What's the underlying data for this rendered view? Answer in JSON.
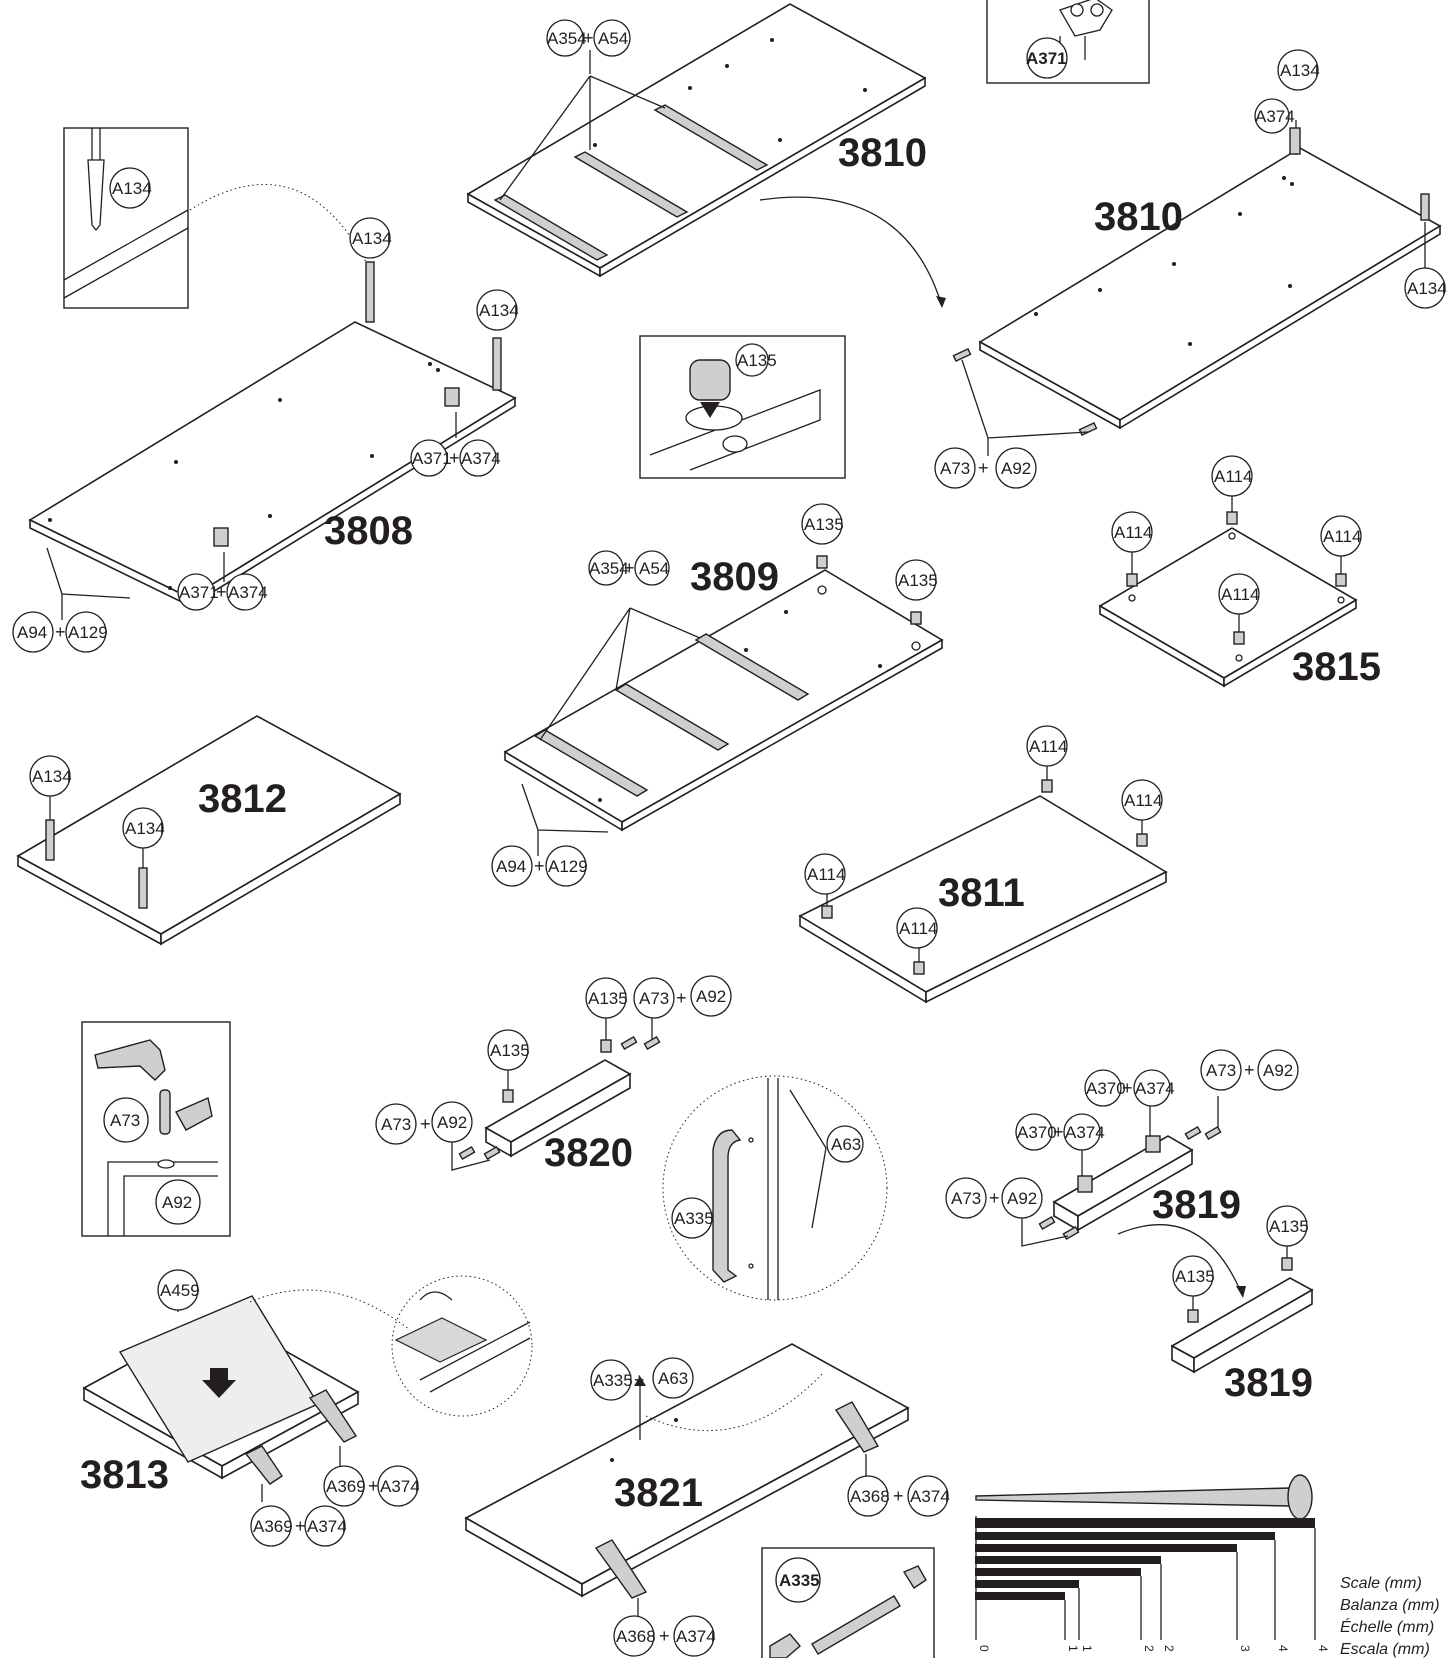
{
  "panels": {
    "p3808": "3808",
    "p3809": "3809",
    "p3810a": "3810",
    "p3810b": "3810",
    "p3811": "3811",
    "p3812": "3812",
    "p3813": "3813",
    "p3815": "3815",
    "p3819a": "3819",
    "p3819b": "3819",
    "p3820": "3820",
    "p3821": "3821"
  },
  "parts": {
    "A54": "A54",
    "A63": "A63",
    "A73": "A73",
    "A92": "A92",
    "A94": "A94",
    "A114": "A114",
    "A129": "A129",
    "A134": "A134",
    "A135": "A135",
    "A335": "A335",
    "A354": "A354",
    "A368": "A368",
    "A369": "A369",
    "A370": "A370",
    "A371": "A371",
    "A374": "A374",
    "A459": "A459"
  },
  "plus_sign": "+",
  "scale": {
    "labels": [
      "Scale (mm)",
      "Balanza (mm)",
      "Échelle (mm)",
      "Escala (mm)"
    ],
    "ticks": [
      "0",
      "1",
      "1",
      "2",
      "2",
      "3",
      "4",
      "4"
    ]
  }
}
